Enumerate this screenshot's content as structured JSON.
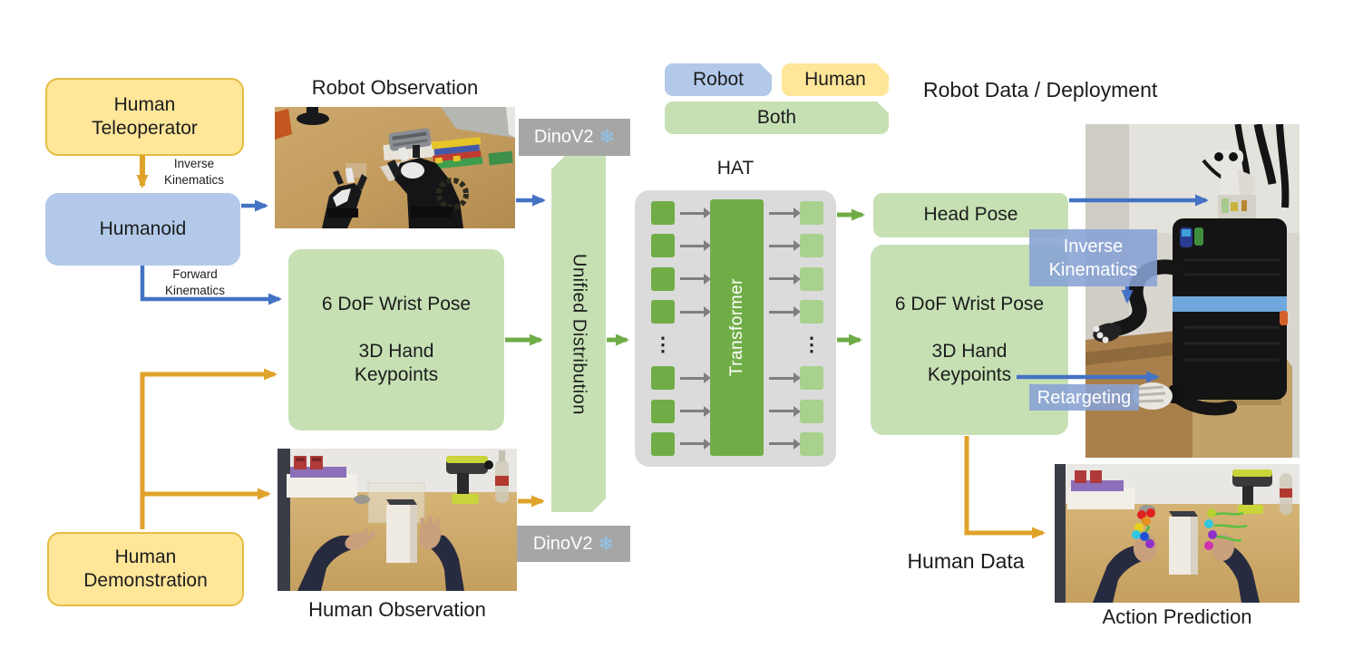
{
  "colors": {
    "human_yellow": "#FFE699",
    "robot_blue": "#B2C9E9",
    "both_green": "#C6E0B4",
    "dark_green": "#70AD47",
    "light_green_square": "#A9D18E",
    "hat_gray": "#DBDBDB",
    "dino_gray": "#A6A6A6",
    "overlay_blue": "#8FAADC",
    "arrow_orange": "#DFA32B",
    "arrow_blue": "#4472C4",
    "arrow_green": "#6FAC46",
    "arrow_gray": "#7F7F7F"
  },
  "legend": {
    "robot": "Robot",
    "human": "Human",
    "both": "Both"
  },
  "left_flow": {
    "human_teleoperator": "Human\nTeleoperator",
    "inverse_kinematics": "Inverse\nKinematics",
    "humanoid": "Humanoid",
    "forward_kinematics": "Forward\nKinematics",
    "human_demonstration": "Human\nDemonstration"
  },
  "observation": {
    "robot_title": "Robot Observation",
    "human_caption": "Human Observation"
  },
  "encoder": {
    "dinov2": "DinoV2",
    "snowflake": "❄",
    "unified_distribution": "Unified Distribution"
  },
  "features_left": {
    "wrist": "6 DoF Wrist Pose",
    "hand": "3D Hand\nKeypoints"
  },
  "hat": {
    "title": "HAT",
    "transformer": "Transformer",
    "dots": "⋮",
    "squares_before_dots": 4,
    "squares_after_dots": 3
  },
  "outputs": {
    "head_pose": "Head Pose",
    "wrist": "6 DoF Wrist Pose",
    "hand": "3D Hand\nKeypoints",
    "inverse_kinematics": "Inverse\nKinematics",
    "retargeting": "Retargeting",
    "human_data": "Human Data"
  },
  "deployment": {
    "title": "Robot Data / Deployment",
    "action_caption": "Action Prediction"
  }
}
